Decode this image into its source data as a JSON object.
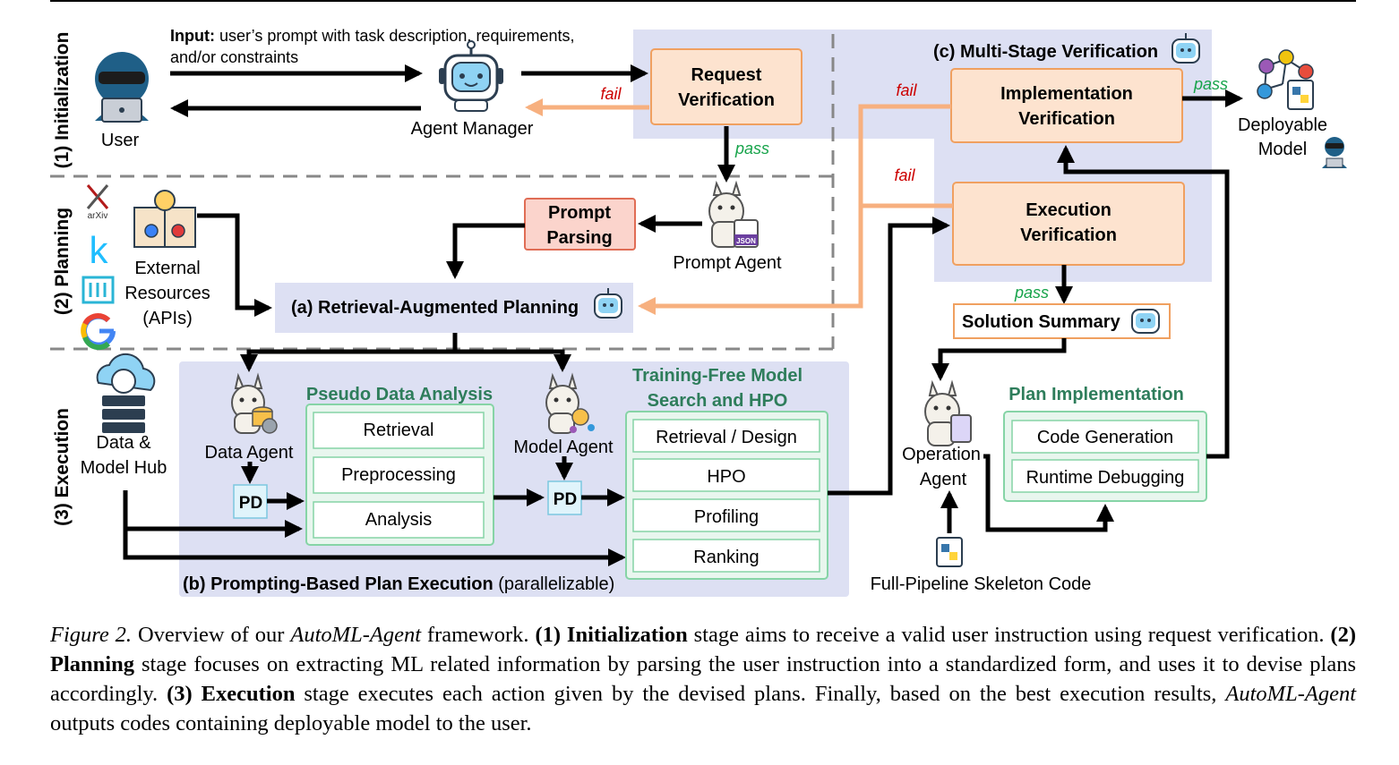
{
  "stages": {
    "initialization": "(1) Initialization",
    "planning": "(2) Planning",
    "execution": "(3) Execution"
  },
  "input_note": {
    "prefix": "Input:",
    "line1": " user’s prompt with task description, requirements,",
    "line2": "and/or constraints"
  },
  "actors": {
    "user": "User",
    "agent_manager": "Agent Manager",
    "prompt_agent": "Prompt Agent",
    "data_agent": "Data Agent",
    "model_agent": "Model Agent",
    "operation_agent": [
      "Operation",
      "Agent"
    ],
    "deployable_model": [
      "Deployable",
      "Model"
    ],
    "external_resources": [
      "External",
      "Resources",
      "(APIs)"
    ],
    "data_model_hub": [
      "Data &",
      "Model Hub"
    ],
    "skeleton_code": "Full-Pipeline Skeleton Code"
  },
  "resource_icons": {
    "arxiv": "arXiv",
    "kaggle": "k"
  },
  "boxes": {
    "request_verification": [
      "Request",
      "Verification"
    ],
    "prompt_parsing": [
      "Prompt",
      "Parsing"
    ],
    "retrieval_planning": "(a)  Retrieval-Augmented Planning",
    "implementation_verification": [
      "Implementation",
      "Verification"
    ],
    "execution_verification": [
      "Execution",
      "Verification"
    ],
    "solution_summary": "Solution Summary",
    "pd": "PD"
  },
  "sections": {
    "multi_stage_verification": "(c) Multi-Stage Verification",
    "prompting_execution_bold": "(b) Prompting-Based Plan Execution",
    "prompting_execution_normal": " (parallelizable)"
  },
  "pseudo_data_analysis": {
    "title": "Pseudo Data Analysis",
    "items": [
      "Retrieval",
      "Preprocessing",
      "Analysis"
    ]
  },
  "model_search": {
    "title": [
      "Training-Free Model",
      "Search and HPO"
    ],
    "items": [
      "Retrieval / Design",
      "HPO",
      "Profiling",
      "Ranking"
    ]
  },
  "plan_implementation": {
    "title": "Plan Implementation",
    "items": [
      "Code Generation",
      "Runtime Debugging"
    ]
  },
  "edge_labels": {
    "fail": "fail",
    "pass": "pass"
  },
  "caption": {
    "fig": "Figure 2.",
    "t1": " Overview of our ",
    "name": "AutoML-Agent",
    "t2": " framework.  ",
    "b1": "(1) Initialization",
    "t3": " stage aims to receive a valid user instruction using request verification. ",
    "b2": "(2) Planning",
    "t4": " stage focuses on extracting ML related information by parsing the user instruction into a standardized form, and uses it to devise plans accordingly. ",
    "b3": "(3) Execution",
    "t5": " stage executes each action given by the devised plans. Finally, based on the best execution results, ",
    "name2": "AutoML-Agent",
    "t6": " outputs codes containing deployable model to the user."
  },
  "colors": {
    "section_bg": "#dde0f3",
    "box_fill": "#fde3cf",
    "box_stroke": "#f0a060",
    "parse_fill": "#fbd4cc",
    "parse_stroke": "#e06d55",
    "green_fill": "#e8f6ee",
    "green_stroke": "#86d4a6",
    "green_text": "#2e7d5b",
    "fail_arrow": "#f7b07f",
    "fail_text": "#cc0000",
    "pass_text": "#16a34a"
  }
}
